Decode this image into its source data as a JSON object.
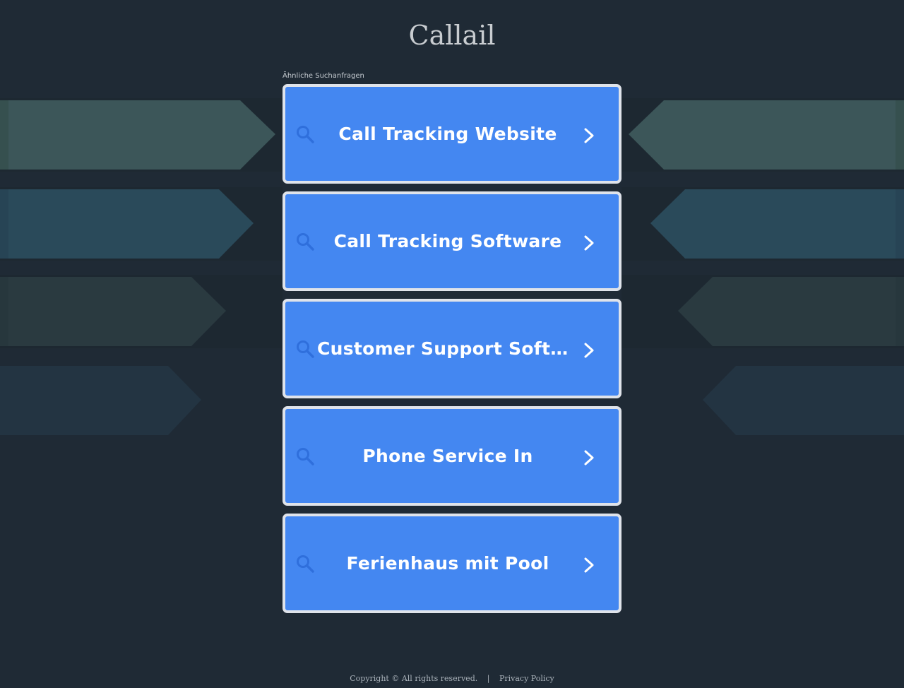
{
  "site": {
    "title": "Callail"
  },
  "related": {
    "label": "Ähnliche Suchanfragen",
    "items": [
      {
        "label": "Call Tracking Website",
        "icon": "search-icon"
      },
      {
        "label": "Call Tracking Software",
        "icon": "search-icon"
      },
      {
        "label": "Customer Support Softw...",
        "icon": "search-icon"
      },
      {
        "label": "Phone Service In",
        "icon": "search-icon"
      },
      {
        "label": "Ferienhaus mit Pool",
        "icon": "search-icon"
      }
    ]
  },
  "footer": {
    "copyright": "Copyright © All rights reserved.",
    "separator": "|",
    "privacy": "Privacy Policy"
  },
  "colors": {
    "background": "#1f2a35",
    "item_bg": "#4487f1",
    "item_border": "#dfe3ea",
    "search_icon": "#2f6fdc",
    "band_1": "#3c5659",
    "band_2": "#2a4a5a",
    "band_3": "#2a3a40",
    "band_4": "#233442"
  }
}
